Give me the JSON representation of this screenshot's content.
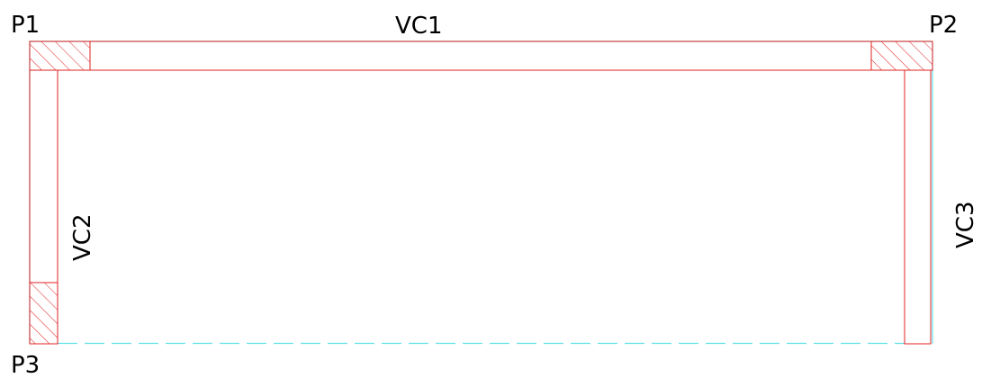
{
  "labels": {
    "p1": "P1",
    "p2": "P2",
    "p3": "P3",
    "vc1": "VC1",
    "vc2": "VC2",
    "vc3": "VC3"
  },
  "colors": {
    "member_outline": "#e02020",
    "hatch": "#e02020",
    "slab_edge": "#60e0e8",
    "text": "#000000",
    "background": "#ffffff"
  }
}
